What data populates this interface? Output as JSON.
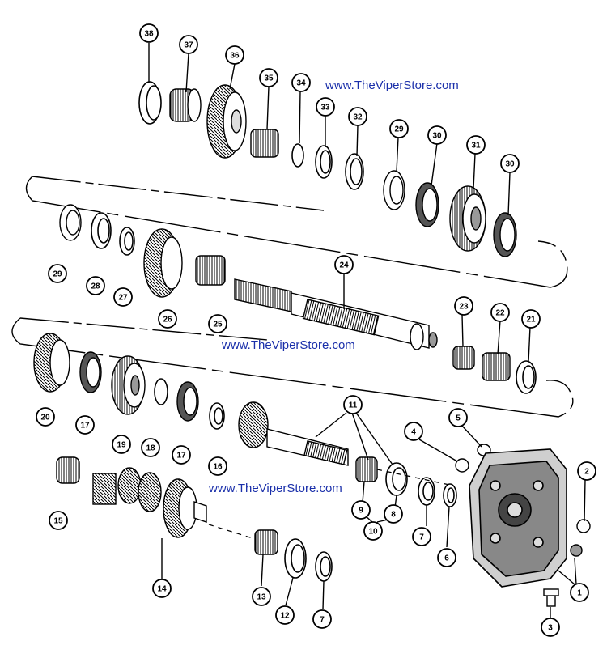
{
  "watermarks": [
    "www.TheViperStore.com",
    "www.TheViperStore.com",
    "www.TheViperStore.com"
  ],
  "callouts": [
    "38",
    "37",
    "36",
    "35",
    "34",
    "33",
    "32",
    "29",
    "30",
    "31",
    "30",
    "29",
    "28",
    "27",
    "26",
    "25",
    "24",
    "23",
    "22",
    "21",
    "20",
    "17",
    "19",
    "18",
    "17",
    "16",
    "11",
    "15",
    "14",
    "13",
    "12",
    "7",
    "9",
    "8",
    "10",
    "7",
    "6",
    "4",
    "5",
    "2",
    "1",
    "3"
  ],
  "colors": {
    "ink": "#000000",
    "part_fill": "#f2f2f2",
    "part_dark": "#555555",
    "watermark": "#1a2faa"
  }
}
